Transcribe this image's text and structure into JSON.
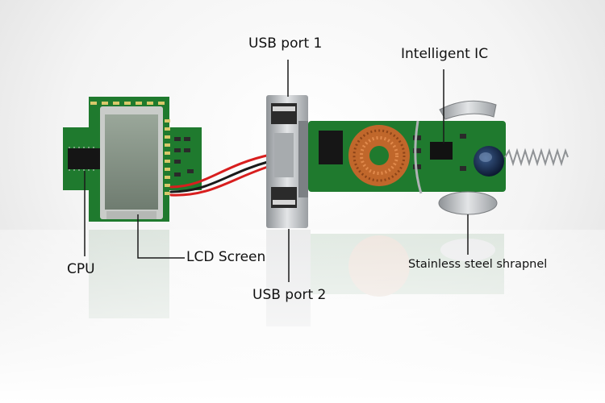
{
  "labels": {
    "usb_port_1": "USB port 1",
    "intelligent_ic": "Intelligent IC",
    "cpu": "CPU",
    "lcd_screen": "LCD Screen",
    "usb_port_2": "USB port 2",
    "shrapnel": "Stainless steel shrapnel"
  },
  "colors": {
    "pcb_green": "#1f7a2e",
    "pcb_dark": "#145a20",
    "wire_red": "#d81e1e",
    "wire_black": "#1a1a1a",
    "copper_coil": "#c0672b",
    "lcd_glass": "#8a9a8a",
    "metal": "#b9bcc0"
  }
}
